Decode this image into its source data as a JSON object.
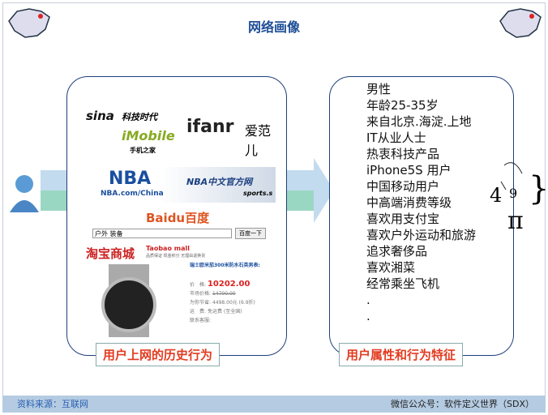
{
  "title": "网络画像",
  "left_label": "用户上网的历史行为",
  "right_label": "用户属性和行为特征",
  "traits": [
    "男性",
    "年龄25-35岁",
    "来自北京.海淀.上地",
    "IT从业人士",
    "热衷科技产品",
    "iPhone5S 用户",
    "中国移动用户",
    "中高端消费等级",
    "喜欢用支付宝",
    "喜欢户外运动和旅游",
    "追求奢侈品",
    "喜欢湘菜",
    "经常乘坐飞机",
    ".",
    "."
  ],
  "sites": {
    "sina": "sina",
    "sina_sub": "科技时代",
    "ifanr": "ifanr",
    "ifanr_cn": "爱范儿",
    "imobile": "iMobile",
    "imobile_sub": "手机之家",
    "nba": "NBA",
    "nba_url": "NBA.com/China",
    "nba_cn": "NBA中文官方网",
    "nba_sports": "sports.s",
    "baidu": "Baidu百度",
    "search_value": "户外 装备",
    "search_btn": "百度一下",
    "taobao": "淘宝商城",
    "taobao_en": "Taobao mall",
    "taobao_sub": "品质保证 现金积分 无理由退换货",
    "product": "瑞士欧米茄300米防水石英男表:",
    "price_label": "价　格:",
    "price": "10202.00",
    "market_label": "市场价格:",
    "market": "14700.00",
    "save_label": "为你节省:",
    "save": "4498.00元 (6.9折)",
    "ship_label": "运　费:",
    "ship": "免运费 (至全国)",
    "contact": "联系客服:"
  },
  "footer": {
    "source": "资料来源：互联网",
    "wechat": "微信公众号：软件定义世界（SDX）"
  }
}
